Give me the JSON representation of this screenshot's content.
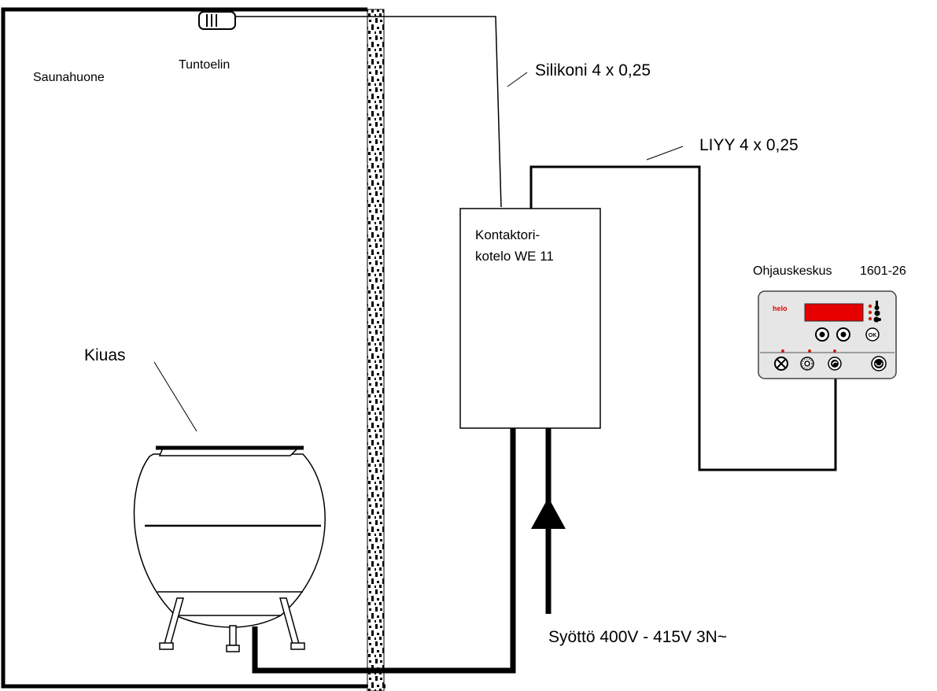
{
  "labels": {
    "room": "Saunahuone",
    "sensor": "Tuntoelin",
    "heater": "Kiuas",
    "cable_sensor": "Silikoni 4 x 0,25",
    "cable_control": "LIYY 4 x 0,25",
    "contactor_line1": "Kontaktori-",
    "contactor_line2": "kotelo WE 11",
    "control_unit": "Ohjauskeskus",
    "control_model": "1601-26",
    "supply": "Syöttö 400V - 415V 3N~"
  },
  "panel": {
    "brand": "helo",
    "ok_label": "OK"
  },
  "colors": {
    "line": "#000000",
    "panel_bg": "#e6e6e6",
    "display": "#e60000",
    "led": "#cc2200",
    "brand": "#e60000"
  }
}
